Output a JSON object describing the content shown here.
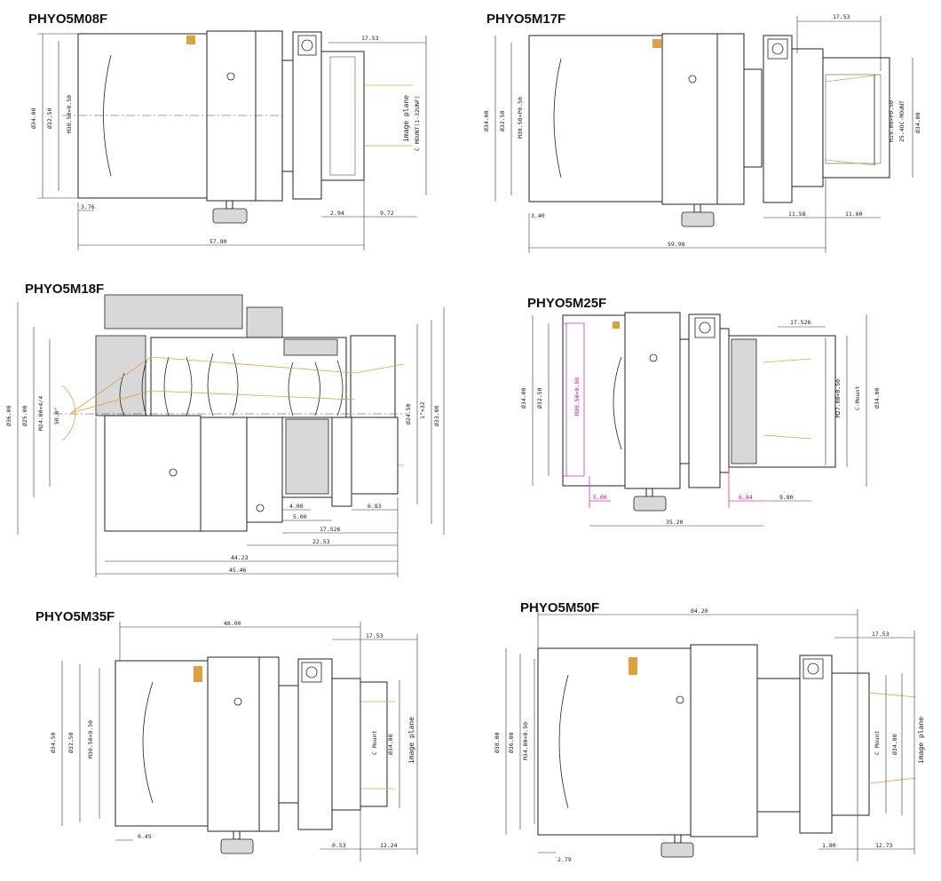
{
  "drawings": {
    "m08f": {
      "title": "PHYO5M08F",
      "dims": {
        "d1": "Ø34.00",
        "d2": "Ø32.50",
        "thread": "M30.50×0.50",
        "flange": "17.53",
        "mount": "C MOUNT(1-32UNF)",
        "plane": "image plane",
        "a": "3.76",
        "b": "2.94",
        "c": "9.72",
        "total": "57.80"
      }
    },
    "m17f": {
      "title": "PHYO5M17F",
      "dims": {
        "d1": "Ø34.00",
        "d2": "Ø32.50",
        "thread": "M30.50×P0.50",
        "flange": "17.53",
        "thread2": "M19.00×P0.50",
        "mount": "25.4OC-MOUNT",
        "d3": "Ø34.00",
        "a": "3.40",
        "b": "11.58",
        "c": "11.60",
        "total": "59.98"
      }
    },
    "m18f": {
      "title": "PHYO5M18F",
      "dims": {
        "d1": "Ø36.00",
        "d2": "Ø25.00",
        "thread": "M24.00×4/4",
        "angle": "50.0°",
        "d3": "Ø24.50",
        "thread2": "1\"×32",
        "d4": "Ø33.00",
        "a": "4.00",
        "b": "5.00",
        "c": "6.83",
        "flange": "17.526",
        "e": "22.53",
        "f": "44.23",
        "total": "45.46"
      }
    },
    "m25f": {
      "title": "PHYO5M25F",
      "dims": {
        "d1": "Ø34.00",
        "d2": "Ø32.50",
        "thread": "M30.50×0.50",
        "flange": "17.526",
        "thread2": "M27.00×0.50",
        "mount": "C-Mount",
        "d3": "Ø34.00",
        "a": "5.00",
        "b": "6.84",
        "c": "9.80",
        "total": "35.20"
      }
    },
    "m35f": {
      "title": "PHYO5M35F",
      "dims": {
        "top": "48.00",
        "flange": "17.53",
        "d1": "Ø34.50",
        "d2": "Ø32.50",
        "thread": "M30.50×0.50",
        "mount": "C Mount",
        "d3": "Ø34.00",
        "plane": "image plane",
        "a": "0.45",
        "b": "0.53",
        "c": "12.24"
      }
    },
    "m50f": {
      "title": "PHYO5M50F",
      "dims": {
        "top": "64.20",
        "flange": "17.53",
        "d1": "Ø38.00",
        "d2": "Ø36.00",
        "thread": "M34.00×0.50",
        "mount": "C Mount",
        "d3": "Ø34.00",
        "plane": "image plane",
        "a": "2.79",
        "b": "1.80",
        "c": "12.73"
      }
    }
  }
}
